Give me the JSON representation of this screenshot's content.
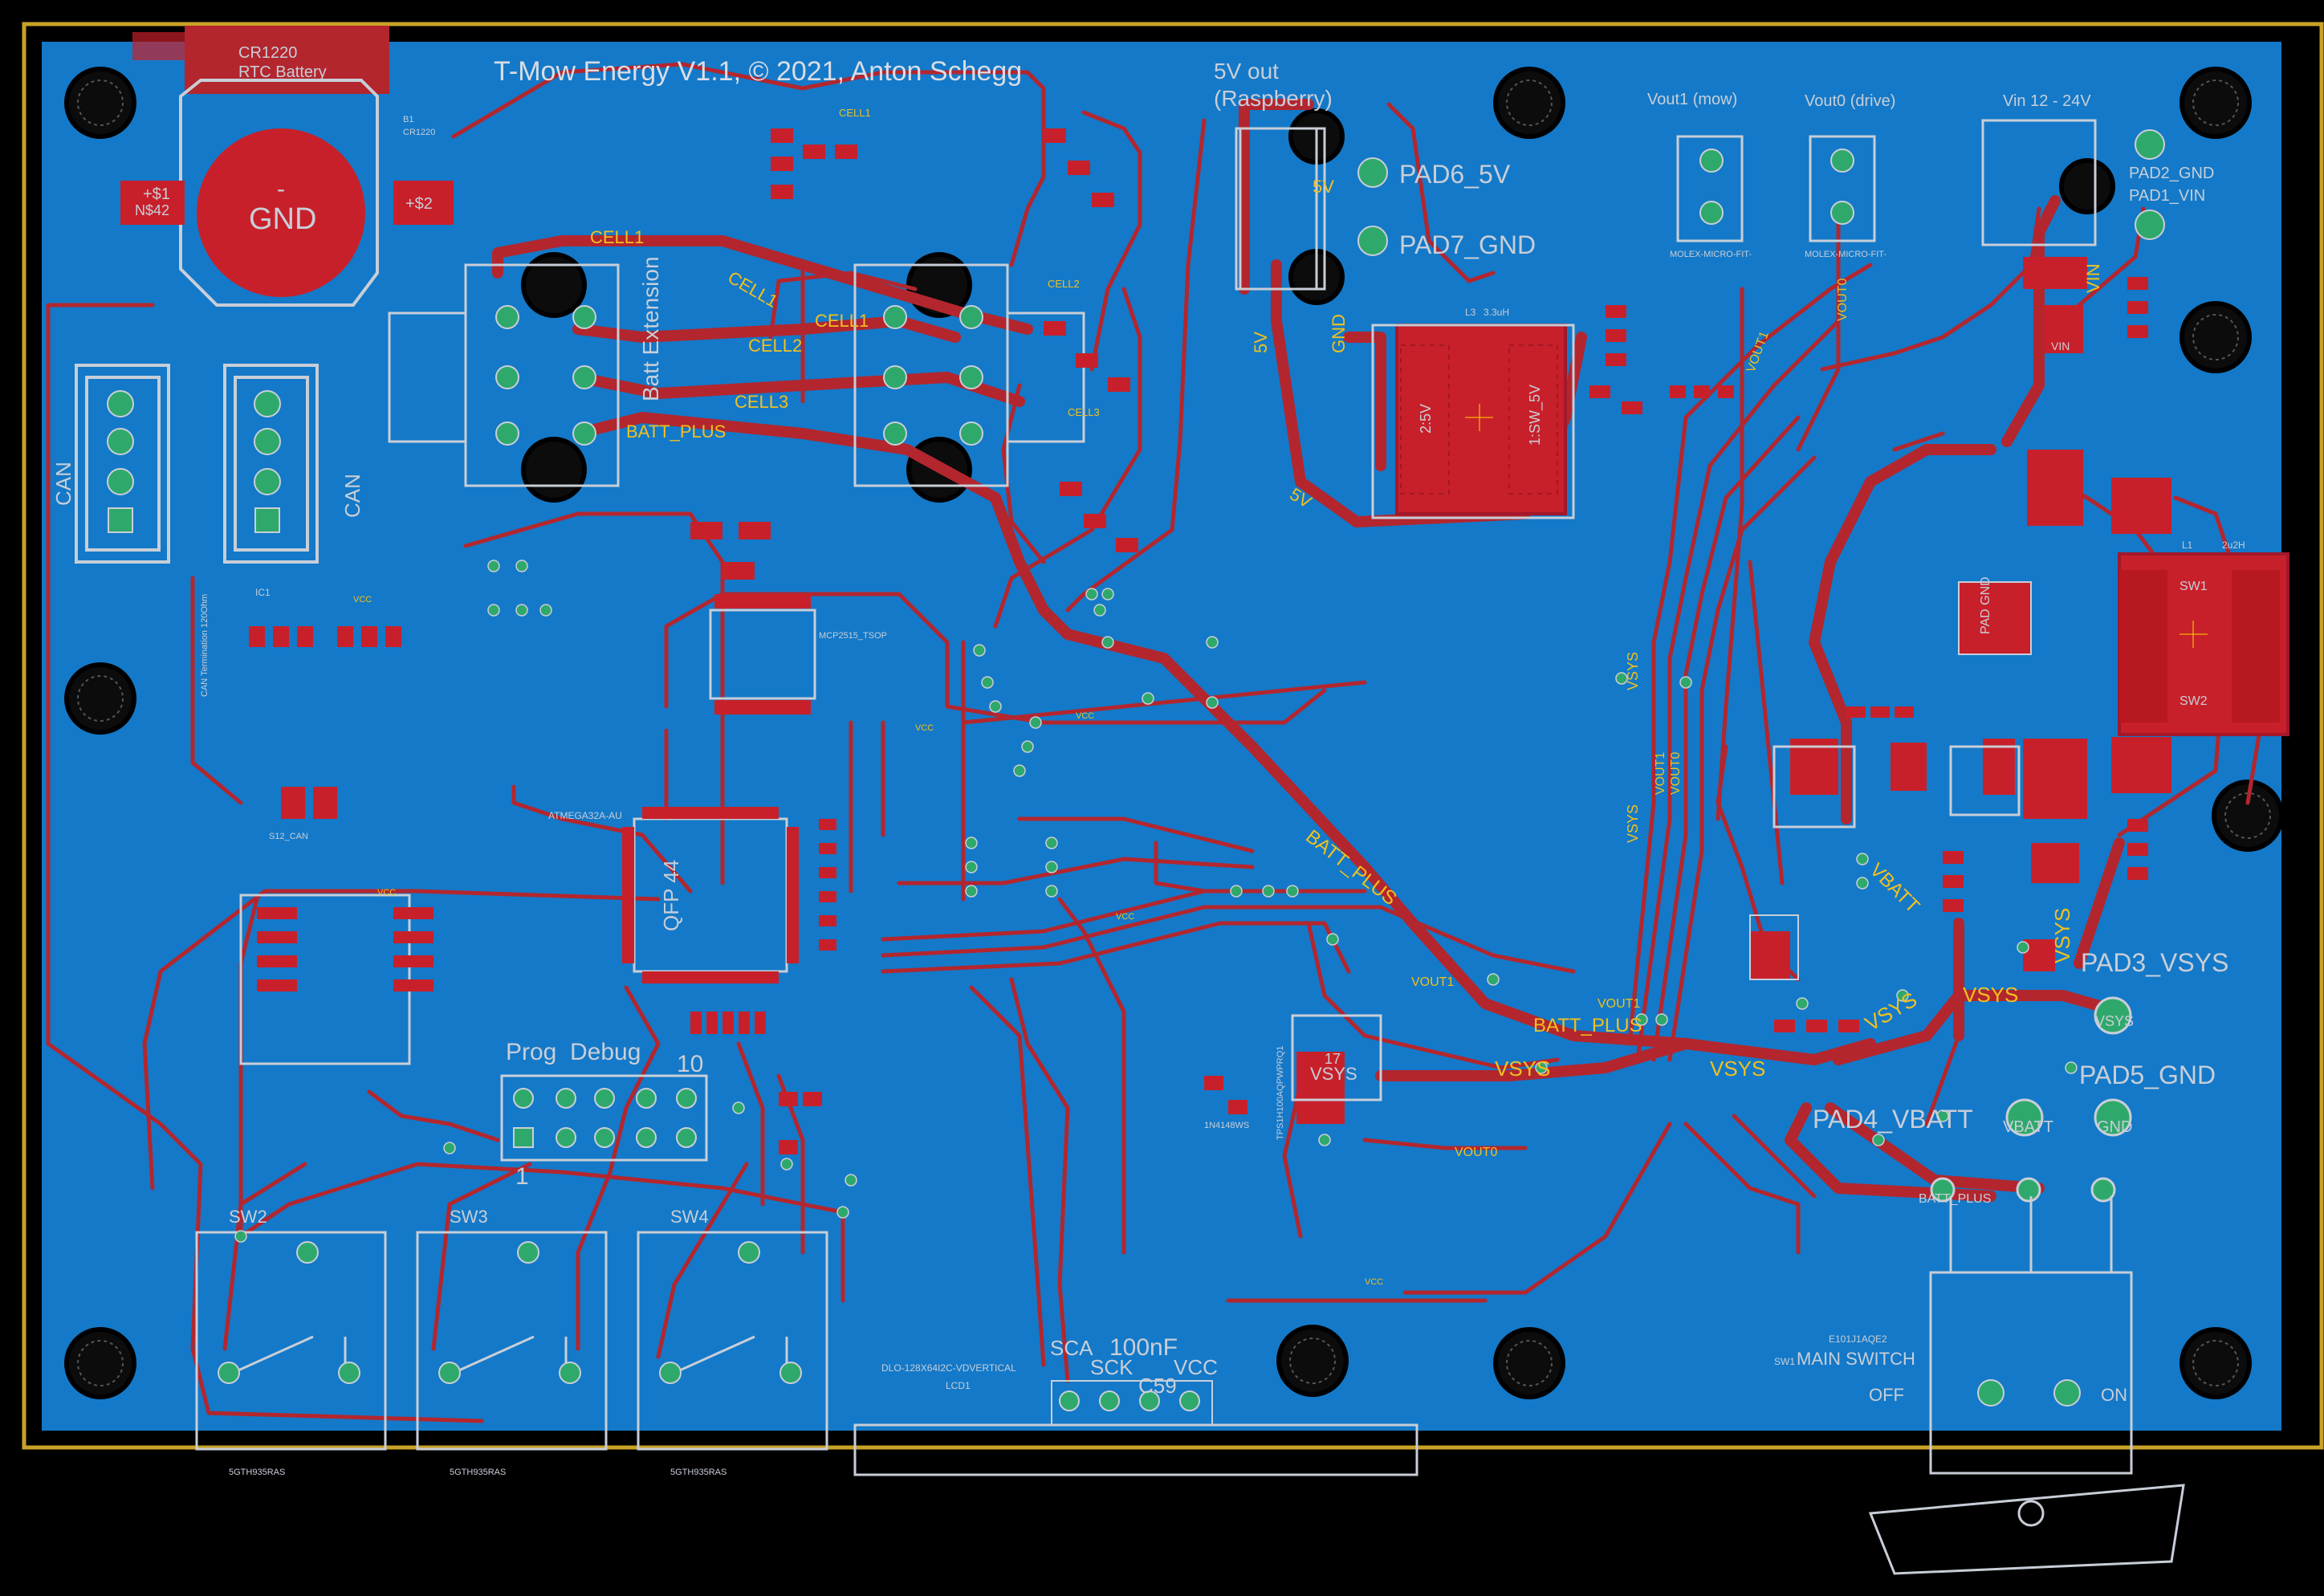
{
  "board": {
    "title": "T-Mow Energy V1.1, © 2021, Anton Schegg",
    "colors": {
      "background": "#000000",
      "copper_pour": "#1479c8",
      "trace": "#b3262e",
      "pad_red": "#c8202a",
      "via_green": "#2fa96b",
      "silkscreen": "#c8ced8",
      "net_label": "#f0c020",
      "outline": "#c9a227"
    }
  },
  "labels": {
    "rtc_part": "CR1220",
    "rtc_name": "RTC Battery",
    "b1": "B1",
    "b1_val": "CR1220",
    "gnd": "GND",
    "gnd_minus": "-",
    "pad_s1": "+$1",
    "pad_n": "N$42",
    "pad_s2": "+$2",
    "can1": "CAN",
    "can2": "CAN",
    "batt_ext": "Batt Extension",
    "out_5v": "5V out",
    "out_5v_sub": "(Raspberry)",
    "pad6": "PAD6_5V",
    "pad7": "PAD7_GND",
    "vout1_mow": "Vout1 (mow)",
    "vout0_drive": "Vout0 (drive)",
    "vin_range": "Vin 12 - 24V",
    "pad2": "PAD2_GND",
    "pad1": "PAD1_VIN",
    "pad3": "PAD3_VSYS",
    "pad5": "PAD5_GND",
    "pad4": "PAD4_VBATT",
    "prog": "Prog",
    "debug": "Debug",
    "hdr_10": "10",
    "hdr_1": "1",
    "sw2": "SW2",
    "sw3": "SW3",
    "sw4": "SW4",
    "sw_part_a": "5GTH935RAS",
    "sw_part_b": "5GTH935RAS",
    "sw_part_c": "5GTH935RAS",
    "main_switch": "MAIN SWITCH",
    "sw1": "SW1",
    "sw1_part": "E101J1AQE2",
    "off": "OFF",
    "on": "ON",
    "batt_plus_pad": "BATT_PLUS",
    "lcd_part": "DLO-128X64I2C-VDVERTICAL",
    "lcd_ref": "LCD1",
    "sca": "SCA",
    "sck": "SCK",
    "cap100": "100nF",
    "c59": "C59",
    "vcc_small": "VCC",
    "qfp": "QFP 44",
    "mcu": "ATMEGA32A-AU",
    "ic1": "IC1",
    "can_term": "CAN Termination 120Ohm",
    "mcp": "MCP2515_TSOP",
    "l3": "L3",
    "l3_val": "3.3uH",
    "l1": "L1",
    "l1_val": "2u2H",
    "sw_1": "SW1",
    "sw_2": "SW2",
    "pad_gnd": "PAD GND",
    "vin_lbl": "VIN",
    "pad_vbatt": "VBATT",
    "pad_gnd2": "GND",
    "pad_vsys": "VSYS",
    "sw_5v": "2:5V",
    "sw_5v_b": "1:SW_5V",
    "vsys_17": "VSYS",
    "n17": "17",
    "molex1": "MOLEX-MICRO-FIT-",
    "molex2": "MOLEX-MICRO-FIT-",
    "s12_can": "S12_CAN",
    "d4": "1N4148WS",
    "tps": "TPS1H100AQPWPRQ1"
  },
  "nets": {
    "cell1_a": "CELL1",
    "cell1_b": "CELL1",
    "cell1_c": "CELL1",
    "cell1_d": "CELL1",
    "cell2": "CELL2",
    "cell3": "CELL3",
    "cell2_b": "CELL2",
    "cell3_b": "CELL3",
    "batt_plus_a": "BATT_PLUS",
    "batt_plus_b": "BATT_PLUS",
    "batt_plus_c": "BATT_PLUS",
    "vsys_a": "VSYS",
    "vsys_b": "VSYS",
    "vsys_c": "VSYS",
    "vsys_d": "VSYS",
    "vsys_e": "VSYS",
    "vsys_f": "VSYS",
    "vsys_g": "VSYS",
    "vout1_a": "VOUT1",
    "vout1_b": "VOUT1",
    "vout1_c": "VOUT1",
    "vout1_d": "VOUT1",
    "vout0_a": "VOUT0",
    "vout0_b": "VOUT0",
    "vout0_c": "VOUT0",
    "vbatt": "VBATT",
    "vin": "VIN",
    "gnd_a": "GND",
    "v5_a": "5V",
    "v5_b": "5V",
    "v5_c": "5V",
    "vcc_a": "VCC",
    "vcc_b": "VCC",
    "vcc_c": "VCC",
    "vcc_d": "VCC",
    "vcc_e": "VCC",
    "vcc_f": "VCC"
  }
}
